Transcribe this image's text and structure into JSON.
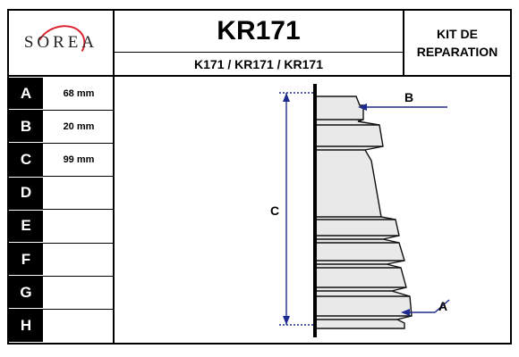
{
  "header": {
    "logo_text": "SOREA",
    "title": "KR171",
    "subtitle": "K171 / KR171 / KR171",
    "kit_line1": "KIT DE",
    "kit_line2": "REPARATION"
  },
  "dimensions": [
    {
      "letter": "A",
      "value": "68 mm"
    },
    {
      "letter": "B",
      "value": "20 mm"
    },
    {
      "letter": "C",
      "value": "99 mm"
    },
    {
      "letter": "D",
      "value": ""
    },
    {
      "letter": "E",
      "value": ""
    },
    {
      "letter": "F",
      "value": ""
    },
    {
      "letter": "G",
      "value": ""
    },
    {
      "letter": "H",
      "value": ""
    }
  ],
  "drawing": {
    "label_a": "A",
    "label_b": "B",
    "label_c": "C",
    "dimension_line_color": "#1e2a8c",
    "boot_outline_color": "#111111"
  }
}
